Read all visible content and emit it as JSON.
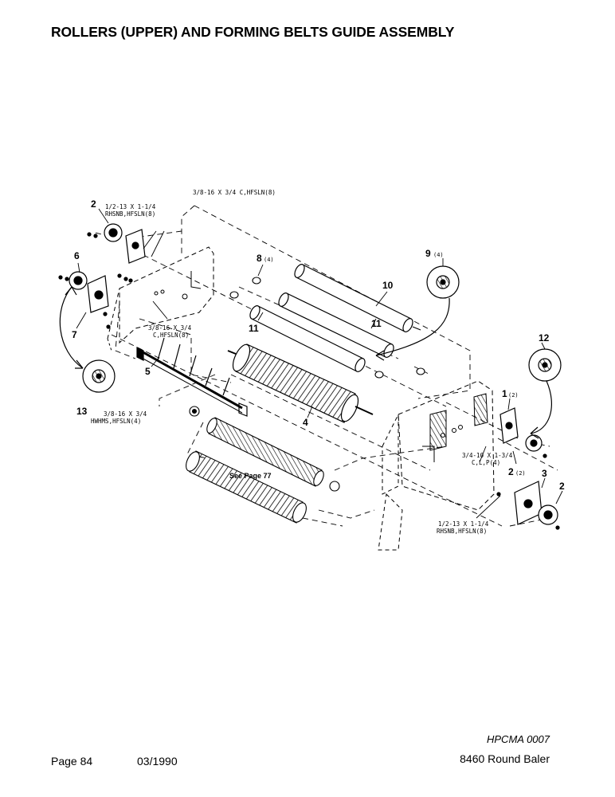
{
  "title": "ROLLERS (UPPER) AND FORMING BELTS GUIDE ASSEMBLY",
  "callouts": {
    "c1": "1",
    "c1_qty": "(2)",
    "c2a": "2",
    "c2b": "2",
    "c2c": "2",
    "c2c_qty": "(2)",
    "c3": "3",
    "c4": "4",
    "c5": "5",
    "c6": "6",
    "c7": "7",
    "c8": "8",
    "c8_qty": "(4)",
    "c9": "9",
    "c9_qty": "(4)",
    "c10": "10",
    "c11a": "11",
    "c11b": "11",
    "c12": "12",
    "c13": "13"
  },
  "hardware": {
    "top_bolt": "3/8-16 X 3/4 C,HFSLN(8)",
    "left_bolt_line1": "1/2-13 X 1-1/4",
    "left_bolt_line2": "RHSNB,HFSLN(8)",
    "mid_bolt_line1": "3/8-16 X 3/4",
    "mid_bolt_line2": "C,HFSLN(8)",
    "low_bolt_line1": "3/8-16 X 3/4",
    "low_bolt_line2": "HWHMS,HFSLN(4)",
    "right_bolt_line1": "3/4-10 X 1-3/4",
    "right_bolt_line2": "C,L,P(4)",
    "bottom_bolt_line1": "1/2-13 X 1-1/4",
    "bottom_bolt_line2": "RHSNB,HFSLN(8)",
    "see_page": "See Page 77"
  },
  "footer": {
    "doc_code": "HPCMA 0007",
    "model": "8460 Round Baler",
    "page": "Page 84",
    "date": "03/1990"
  }
}
